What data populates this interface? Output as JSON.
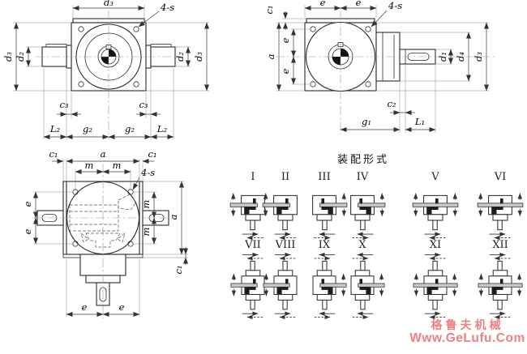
{
  "fig1": {
    "dim_d3_top": "d₃",
    "bolt_note": "4-s",
    "dim_d3_left": "d₃",
    "dim_d2_left": "d₂",
    "dim_d2_right": "d₂",
    "dim_d3_right": "d₃",
    "dim_c3_left": "c₃",
    "dim_c3_right": "c₃",
    "dim_bottom": [
      "L₂",
      "g₂",
      "g₂",
      "L₂"
    ]
  },
  "fig2": {
    "dim_c1": "c₁",
    "dim_e_top": [
      "e",
      "e"
    ],
    "bolt_note": "4-s",
    "dim_a": "a",
    "dim_e_left": [
      "e",
      "e"
    ],
    "dim_d1": "d₁",
    "dim_d4": "d₄",
    "dim_d3": "d₃",
    "dim_c2": "c₂",
    "dim_g1": "g₁",
    "dim_L1": "L₁"
  },
  "fig3": {
    "dim_top": [
      "c₁",
      "a",
      "c₁"
    ],
    "dim_m_top": [
      "m",
      "m"
    ],
    "bolt_note": "4-s",
    "dim_e_left": [
      "e",
      "e"
    ],
    "dim_m_right": [
      "m",
      "m"
    ],
    "dim_a_right": "a",
    "dim_c1_bottom": "c₁",
    "dim_e_bottom": [
      "e",
      "e"
    ]
  },
  "assembly": {
    "title": "装配形式",
    "items": [
      {
        "label": "I",
        "icon": "gearbox-down-shaft-left"
      },
      {
        "label": "II",
        "icon": "gearbox-down-shaft-left"
      },
      {
        "label": "III",
        "icon": "gearbox-down-shaft-right"
      },
      {
        "label": "IV",
        "icon": "gearbox-down-shaft-right"
      },
      {
        "label": "V",
        "icon": "gearbox-down-shaft-both"
      },
      {
        "label": "VI",
        "icon": "gearbox-down-shaft-both"
      },
      {
        "label": "VII",
        "icon": "gearbox-updown-shaft-left"
      },
      {
        "label": "VIII",
        "icon": "gearbox-updown-shaft-left"
      },
      {
        "label": "IX",
        "icon": "gearbox-updown-shaft-right"
      },
      {
        "label": "X",
        "icon": "gearbox-updown-shaft-right"
      },
      {
        "label": "XI",
        "icon": "gearbox-updown-shaft-both"
      },
      {
        "label": "XII",
        "icon": "gearbox-updown-shaft-both"
      }
    ]
  },
  "watermark": {
    "line1": "格鲁夫机械",
    "line2": "Www.GeLufu.Com",
    "color": "#ee8181"
  }
}
